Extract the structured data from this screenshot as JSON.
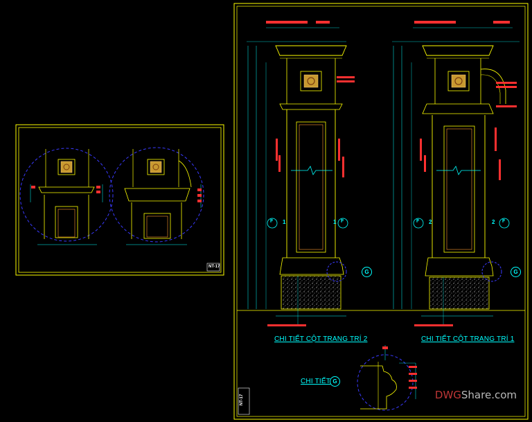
{
  "sheet": {
    "left_stamp": "NT-17",
    "right_stamp": "NT-17"
  },
  "titles": {
    "column2": "CHI TIẾT CỘT TRANG TRÍ 2",
    "column1": "CHI TIẾT CỘT TRANG TRÍ 1",
    "detail": "CHI TIẾT"
  },
  "badges": {
    "detail_mark": "G",
    "section_mark_f": "F",
    "section_num_1": "1",
    "section_num_2": "2"
  },
  "watermark": {
    "dwg": "DWG",
    "share": "Share.com"
  },
  "colors": {
    "background": "#000000",
    "frame": "#ffff00",
    "line_cyan": "#00ffff",
    "line_blue": "#3a3aff",
    "accent_red": "#ff3030",
    "ornament": "#d4a838"
  }
}
